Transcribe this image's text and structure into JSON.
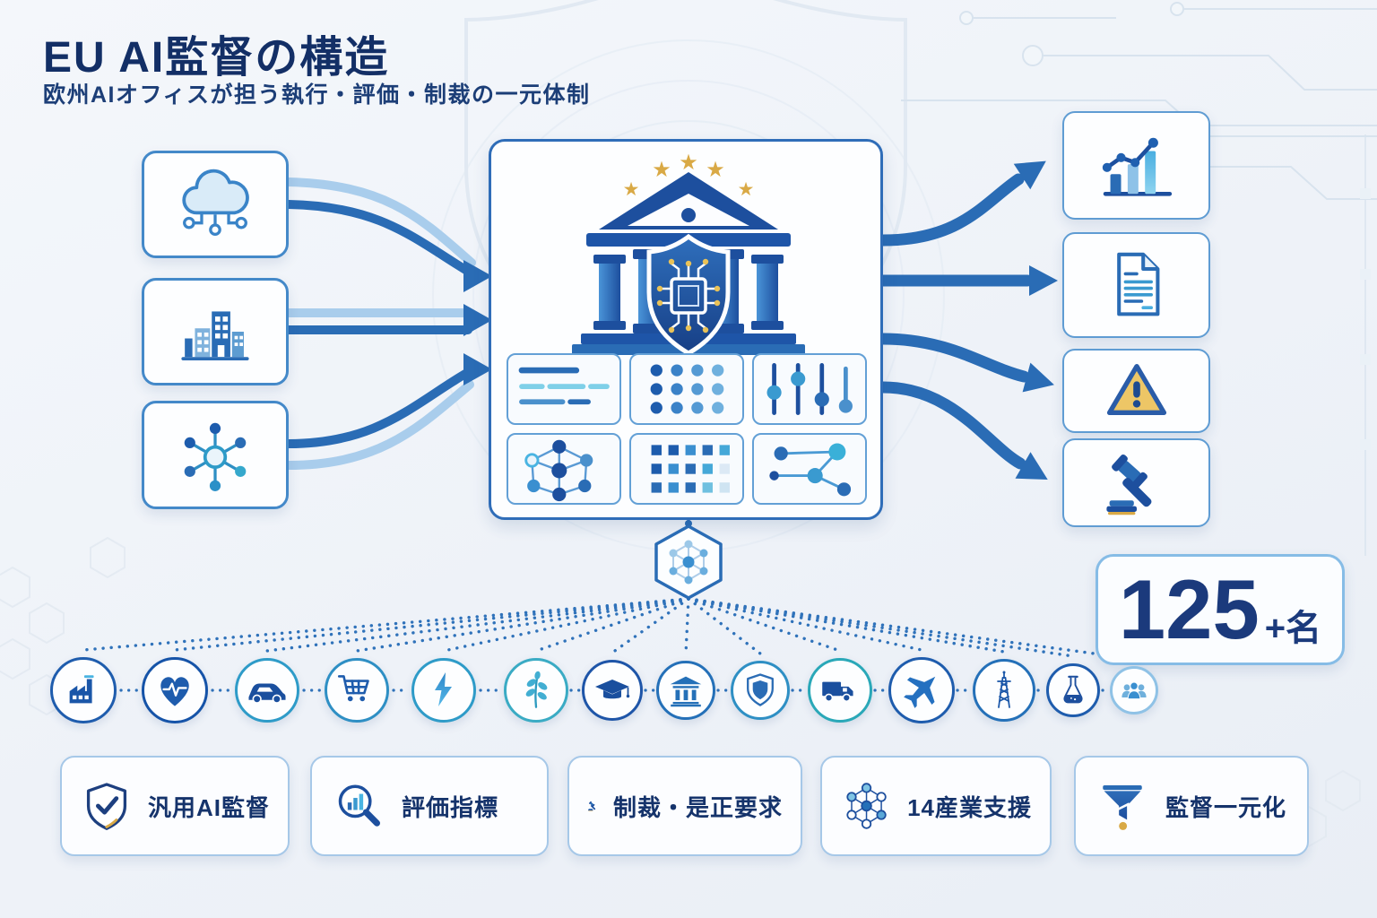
{
  "header": {
    "title": "EU AI監督の構造",
    "subtitle": "欧州AIオフィスが担う執行・評価・制裁の一元体制"
  },
  "sources": [
    {
      "name": "cloud-ai-systems",
      "icon": "cloud-network-icon"
    },
    {
      "name": "enterprises",
      "icon": "buildings-icon"
    },
    {
      "name": "distributed-networks",
      "icon": "network-hub-icon"
    }
  ],
  "center": {
    "name": "european-ai-office",
    "icon": "eu-institution-shield-chip-icon",
    "panels": [
      "document-lines-icon",
      "dot-grid-icon",
      "sliders-icon",
      "cube-network-icon",
      "data-matrix-icon",
      "node-graph-icon"
    ]
  },
  "outputs": [
    {
      "name": "monitoring-analytics",
      "icon": "bar-line-chart-icon"
    },
    {
      "name": "reports",
      "icon": "document-icon"
    },
    {
      "name": "warnings",
      "icon": "warning-triangle-icon"
    },
    {
      "name": "sanctions",
      "icon": "gavel-icon"
    }
  ],
  "stat": {
    "value": "125",
    "suffix": "+名"
  },
  "industries": [
    {
      "icon": "factory-icon"
    },
    {
      "icon": "health-heart-icon"
    },
    {
      "icon": "car-icon"
    },
    {
      "icon": "shopping-cart-icon"
    },
    {
      "icon": "energy-bolt-icon"
    },
    {
      "icon": "agriculture-plant-icon"
    },
    {
      "icon": "education-cap-icon"
    },
    {
      "icon": "bank-icon"
    },
    {
      "icon": "shield-icon"
    },
    {
      "icon": "truck-icon"
    },
    {
      "icon": "airplane-icon"
    },
    {
      "icon": "transmission-tower-icon"
    },
    {
      "icon": "flask-icon"
    },
    {
      "icon": "people-icon"
    }
  ],
  "features": [
    {
      "label": "汎用AI監督",
      "icon": "shield-check-icon"
    },
    {
      "label": "評価指標",
      "icon": "magnifier-chart-icon"
    },
    {
      "label": "制裁・是正要求",
      "icon": "gavel-icon"
    },
    {
      "label": "14産業支援",
      "icon": "network-nodes-icon"
    },
    {
      "label": "監督一元化",
      "icon": "funnel-icon"
    }
  ],
  "colors": {
    "navy": "#15336b",
    "blue": "#2a6cb5",
    "light_blue": "#a9cdec",
    "cyan": "#3fa8d8",
    "gold": "#d9a945",
    "background": "#eff3f8"
  }
}
